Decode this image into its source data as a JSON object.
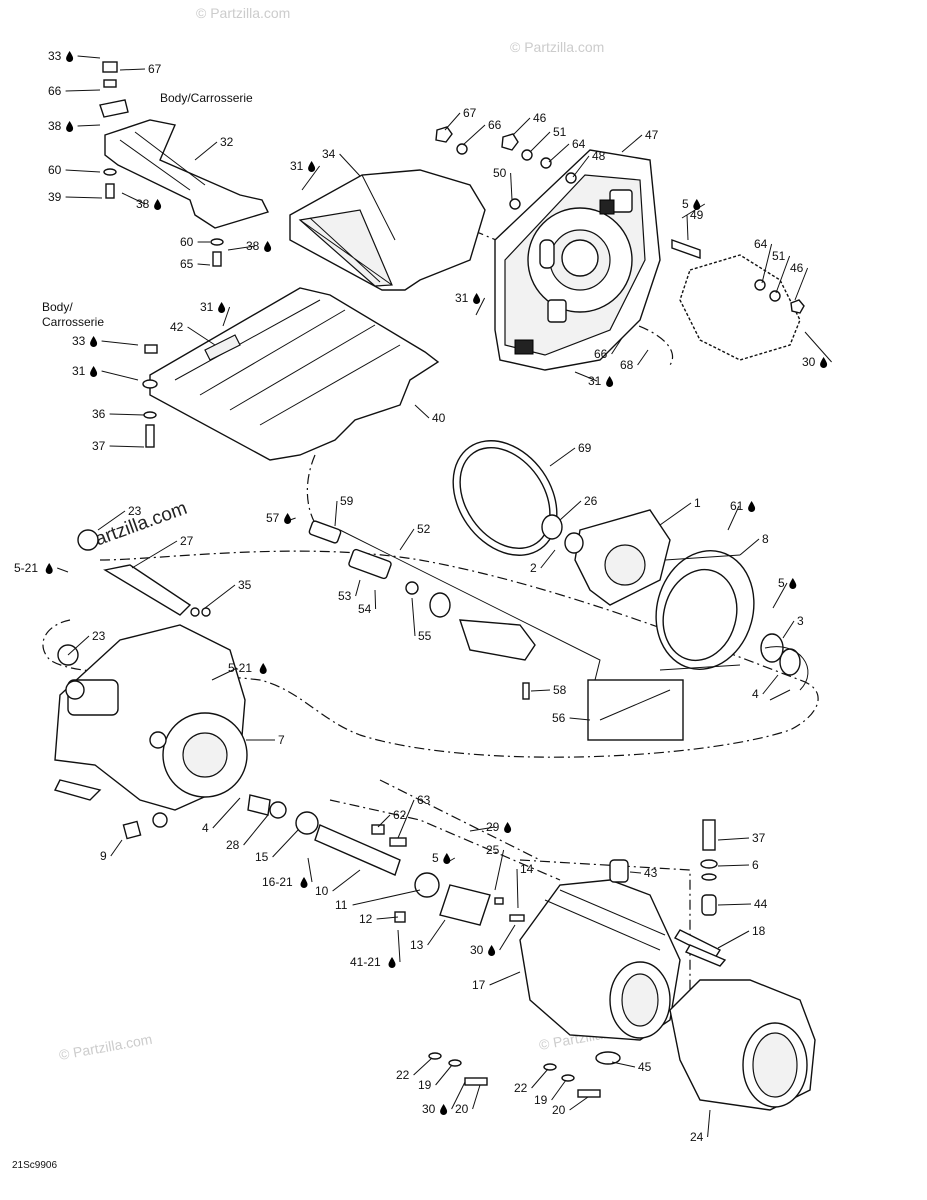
{
  "watermarks": {
    "top_right": "© Partzilla.com",
    "center_left": "Partzilla.com",
    "left_marker": "© Partzilla.com",
    "bottom_left": "© Partzilla.com",
    "bottom_center": "© Partzilla.com"
  },
  "captions": {
    "body_carrosserie_top": "Body/Carrosserie",
    "body_line1": "Body/",
    "body_line2": "Carrosserie"
  },
  "drawing_code": "21Sc9906",
  "callouts": [
    {
      "id": "c33a",
      "text": "33"
    },
    {
      "id": "c67a",
      "text": "67"
    },
    {
      "id": "c66a",
      "text": "66"
    },
    {
      "id": "c38a",
      "text": "38"
    },
    {
      "id": "c32",
      "text": "32"
    },
    {
      "id": "c60a",
      "text": "60"
    },
    {
      "id": "c39",
      "text": "39"
    },
    {
      "id": "c38b",
      "text": "38"
    },
    {
      "id": "c60b",
      "text": "60"
    },
    {
      "id": "c38c",
      "text": "38"
    },
    {
      "id": "c65",
      "text": "65"
    },
    {
      "id": "c34",
      "text": "34"
    },
    {
      "id": "c31a",
      "text": "31"
    },
    {
      "id": "c67b",
      "text": "67"
    },
    {
      "id": "c66b",
      "text": "66"
    },
    {
      "id": "c46a",
      "text": "46"
    },
    {
      "id": "c51a",
      "text": "51"
    },
    {
      "id": "c64a",
      "text": "64"
    },
    {
      "id": "c48",
      "text": "48"
    },
    {
      "id": "c47",
      "text": "47"
    },
    {
      "id": "c50",
      "text": "50"
    },
    {
      "id": "c5a",
      "text": "5"
    },
    {
      "id": "c49",
      "text": "49"
    },
    {
      "id": "c64b",
      "text": "64"
    },
    {
      "id": "c51b",
      "text": "51"
    },
    {
      "id": "c46b",
      "text": "46"
    },
    {
      "id": "c30a",
      "text": "30"
    },
    {
      "id": "c31b",
      "text": "31"
    },
    {
      "id": "c66c",
      "text": "66"
    },
    {
      "id": "c68",
      "text": "68"
    },
    {
      "id": "c31c",
      "text": "31"
    },
    {
      "id": "c31d",
      "text": "31"
    },
    {
      "id": "c42",
      "text": "42"
    },
    {
      "id": "c33b",
      "text": "33"
    },
    {
      "id": "c31e",
      "text": "31"
    },
    {
      "id": "c36",
      "text": "36"
    },
    {
      "id": "c37a",
      "text": "37"
    },
    {
      "id": "c40",
      "text": "40"
    },
    {
      "id": "c69",
      "text": "69"
    },
    {
      "id": "c23a",
      "text": "23"
    },
    {
      "id": "c27",
      "text": "27"
    },
    {
      "id": "c5-21a",
      "text": "5-21"
    },
    {
      "id": "c35",
      "text": "35"
    },
    {
      "id": "c23b",
      "text": "23"
    },
    {
      "id": "c5-21b",
      "text": "5-21"
    },
    {
      "id": "c7",
      "text": "7"
    },
    {
      "id": "c57",
      "text": "57"
    },
    {
      "id": "c59",
      "text": "59"
    },
    {
      "id": "c52",
      "text": "52"
    },
    {
      "id": "c53",
      "text": "53"
    },
    {
      "id": "c54",
      "text": "54"
    },
    {
      "id": "c55",
      "text": "55"
    },
    {
      "id": "c26",
      "text": "26"
    },
    {
      "id": "c2",
      "text": "2"
    },
    {
      "id": "c1",
      "text": "1"
    },
    {
      "id": "c61",
      "text": "61"
    },
    {
      "id": "c8",
      "text": "8"
    },
    {
      "id": "c5b",
      "text": "5"
    },
    {
      "id": "c3",
      "text": "3"
    },
    {
      "id": "c4a",
      "text": "4"
    },
    {
      "id": "c58",
      "text": "58"
    },
    {
      "id": "c56",
      "text": "56"
    },
    {
      "id": "c9",
      "text": "9"
    },
    {
      "id": "c4b",
      "text": "4"
    },
    {
      "id": "c28",
      "text": "28"
    },
    {
      "id": "c15",
      "text": "15"
    },
    {
      "id": "c16-21",
      "text": "16-21"
    },
    {
      "id": "c10",
      "text": "10"
    },
    {
      "id": "c62",
      "text": "62"
    },
    {
      "id": "c63",
      "text": "63"
    },
    {
      "id": "c29",
      "text": "29"
    },
    {
      "id": "c5c",
      "text": "5"
    },
    {
      "id": "c25",
      "text": "25"
    },
    {
      "id": "c14",
      "text": "14"
    },
    {
      "id": "c11",
      "text": "11"
    },
    {
      "id": "c12",
      "text": "12"
    },
    {
      "id": "c13",
      "text": "13"
    },
    {
      "id": "c41-21",
      "text": "41-21"
    },
    {
      "id": "c30b",
      "text": "30"
    },
    {
      "id": "c17",
      "text": "17"
    },
    {
      "id": "c43",
      "text": "43"
    },
    {
      "id": "c37b",
      "text": "37"
    },
    {
      "id": "c6",
      "text": "6"
    },
    {
      "id": "c44",
      "text": "44"
    },
    {
      "id": "c18",
      "text": "18"
    },
    {
      "id": "c22a",
      "text": "22"
    },
    {
      "id": "c19a",
      "text": "19"
    },
    {
      "id": "c30c",
      "text": "30"
    },
    {
      "id": "c20a",
      "text": "20"
    },
    {
      "id": "c22b",
      "text": "22"
    },
    {
      "id": "c19b",
      "text": "19"
    },
    {
      "id": "c20b",
      "text": "20"
    },
    {
      "id": "c45",
      "text": "45"
    },
    {
      "id": "c24",
      "text": "24"
    }
  ]
}
